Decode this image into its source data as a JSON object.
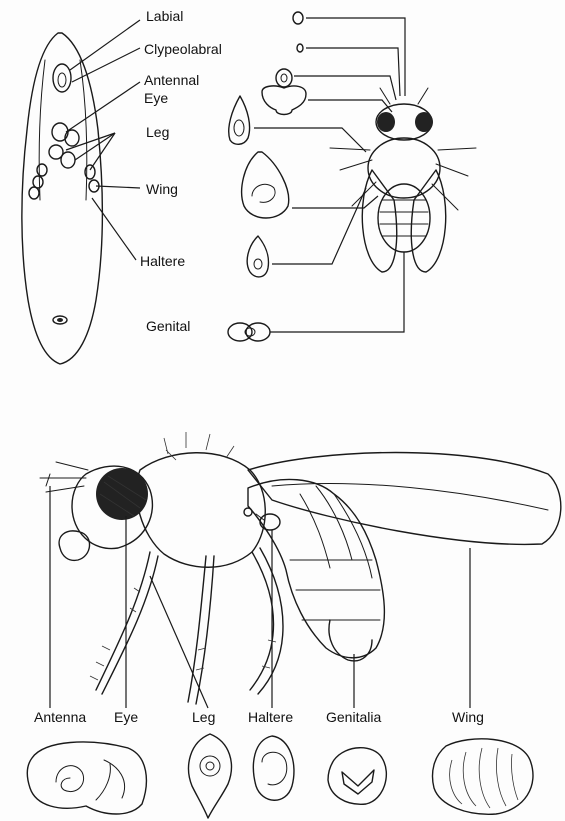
{
  "top_panel": {
    "labels": {
      "labial": "Labial",
      "clypeolabral": "Clypeolabral",
      "antennal": "Antennal",
      "eye": "Eye",
      "leg": "Leg",
      "wing": "Wing",
      "haltere": "Haltere",
      "genital": "Genital"
    }
  },
  "bottom_panel": {
    "labels": {
      "antenna": "Antenna",
      "eye": "Eye",
      "leg": "Leg",
      "haltere": "Haltere",
      "genitalia": "Genitalia",
      "wing": "Wing"
    }
  },
  "colors": {
    "ink": "#1a1a1a",
    "paper": "#fdfdfd"
  }
}
